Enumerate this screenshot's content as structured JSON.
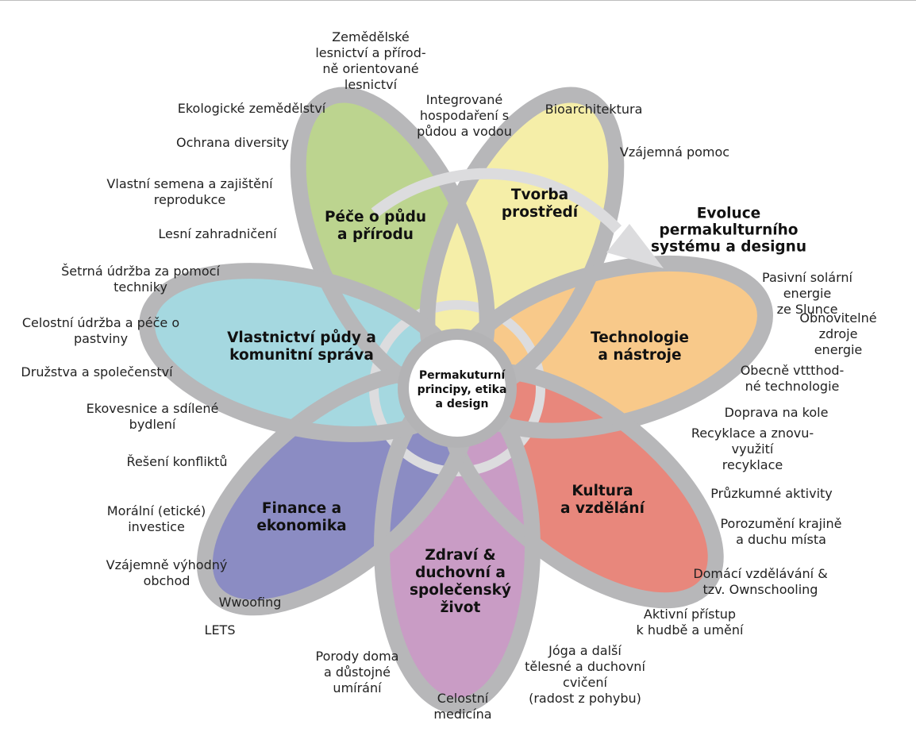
{
  "center": {
    "text": "Permakuturní\nprincipy, etika\na design"
  },
  "evolution": {
    "text": "Evoluce\npermakulturního\nsystému a designu"
  },
  "petals": [
    {
      "title": "Péče o půdu\na přírodu",
      "color": "#bcd48f"
    },
    {
      "title": "Tvorba\nprostředí",
      "color": "#f5eea8"
    },
    {
      "title": "Technologie\na nástroje",
      "color": "#f8c98a"
    },
    {
      "title": "Kultura\na vzdělání",
      "color": "#e8877c"
    },
    {
      "title": "Zdraví &\nduchovní a\nspolečenský\nživot",
      "color": "#c99cc5"
    },
    {
      "title": "Finance a\nekonomika",
      "color": "#8b8cc3"
    },
    {
      "title": "Vlastnictví půdy a\nkomunitní správa",
      "color": "#a5d8e0"
    }
  ],
  "outline_color": "#b7b7b9",
  "labels": [
    "Zemědělské\nlesnictví a přírod-\nně orientované\nlesnictví",
    "Ekologické zemědělství",
    "Integrované\nhospodaření s\npůdou a vodou",
    "Bioarchitektura",
    "Ochrana diversity",
    "Vzájemná pomoc",
    "Vlastní semena a zajištění\nreprodukce",
    "Lesní zahradničení",
    "Šetrná údržba za pomocí\ntechniky",
    "Pasivní solární energie\nze Slunce",
    "Celostní údržba a péče o\npastviny",
    "Obnovitelné zdroje\nenergie",
    "Družstva a společenství",
    "Obecně vttthod-\nné technologie",
    "Ekovesnice a sdílené\nbydlení",
    "Doprava na kole",
    "Recyklace a znovu-využití\nrecyklace",
    "Řešení konfliktů",
    "Průzkumné aktivity",
    "Morální (etické)\ninvestice",
    "Porozumění krajině\na duchu místa",
    "Vzájemně výhodný\nobchod",
    "Domácí vzdělávání &\ntzv. Ownschooling",
    "Wwoofing",
    "Aktivní přístup\nk hudbě a umění",
    "LETS",
    "Porody doma\na důstojné\numírání",
    "Jóga a další\ntělesné a duchovní\ncvičení\n(radost z pohybu)",
    "Celostní\nmedicína"
  ]
}
